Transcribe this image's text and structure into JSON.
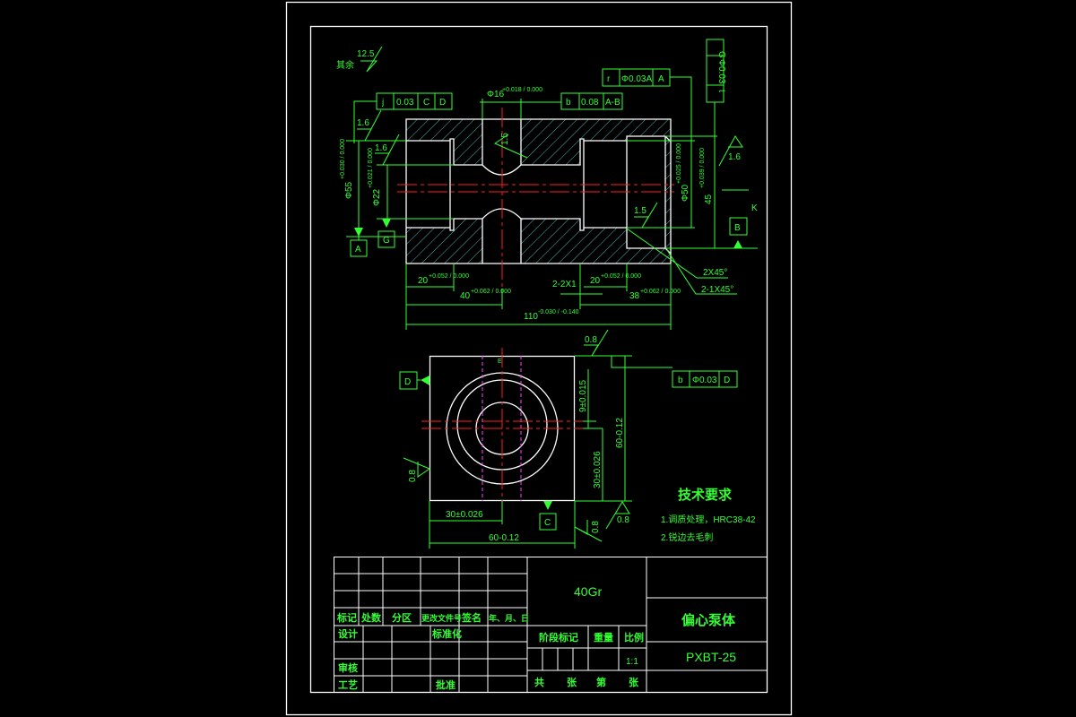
{
  "colors": {
    "background": "#000000",
    "annotation": "#33ff33",
    "outline": "#ffffff",
    "centerline": "#ff2020",
    "hidden_line": "#ff40ff",
    "hatch": "#66e0e0"
  },
  "roughness": {
    "other_label": "其余",
    "other_value": "12.5",
    "r1": "1.6",
    "r2": "1.6",
    "r3": "1.6",
    "r4": "1.5",
    "r5": "1.5",
    "r6": "0.8",
    "r7": "0.8",
    "r8": "0.8",
    "r9": "0.8"
  },
  "tolerance_frames": {
    "f1": [
      "j",
      "0.03",
      "C",
      "D"
    ],
    "f2": [
      "b",
      "0.08",
      "A-B"
    ],
    "f3": [
      "r",
      "Φ0.03A",
      "A"
    ],
    "f4": [
      "G",
      "Φ0.03",
      "t"
    ],
    "f5": [
      "b",
      "Φ0.03",
      "D"
    ]
  },
  "datums": {
    "a": "A",
    "g": "G",
    "b": "B",
    "d": "D",
    "c": "C",
    "k": "K",
    "e": "E"
  },
  "dimensions": {
    "d16": "Φ16",
    "d16_tol": "+0.018 / 0.000",
    "d55": "Φ55",
    "d55_tol": "+0.030 / 0.000",
    "d22": "Φ22",
    "d22_tol": "+0.021 / 0.000",
    "d50": "Φ50",
    "d50_tol": "+0.025 / 0.000",
    "d45": "45",
    "d45_tol": "+0.039 / 0.000",
    "l20a": "20",
    "l20a_tol": "+0.052 / 0.000",
    "l40": "40",
    "l40_tol": "+0.062 / 0.000",
    "l22": "2-2X1",
    "l20b": "20",
    "l20b_tol": "+0.052 / 0.000",
    "l38": "38",
    "l38_tol": "+0.062 / 0.000",
    "l110": "110",
    "l110_tol": "-0.030 / -0.140",
    "ch1": "2X45°",
    "ch2": "2-1X45°",
    "v9": "9±0.015",
    "v60": "60-0.12",
    "v30": "30±0.026",
    "h30": "30±0.026",
    "h60": "60-0.12"
  },
  "tech": {
    "title": "技术要求",
    "line1": "1.调质处理，HRC38-42",
    "line2": "2.锐边去毛刺"
  },
  "title_block": {
    "material": "40Gr",
    "part_name": "偏心泵体",
    "drawing_no": "PXBT-25",
    "headers": [
      "标记",
      "处数",
      "分区",
      "更改文件号",
      "签名",
      "年、月、日"
    ],
    "design": "设计",
    "standardize": "标准化",
    "review": "审核",
    "process": "工艺",
    "approve": "批准",
    "stage": "阶段标记",
    "weight": "重量",
    "scale_label": "比例",
    "scale": "1:1",
    "sheets_total": "共",
    "sheets_unit1": "张",
    "sheet_no": "第",
    "sheets_unit2": "张"
  }
}
